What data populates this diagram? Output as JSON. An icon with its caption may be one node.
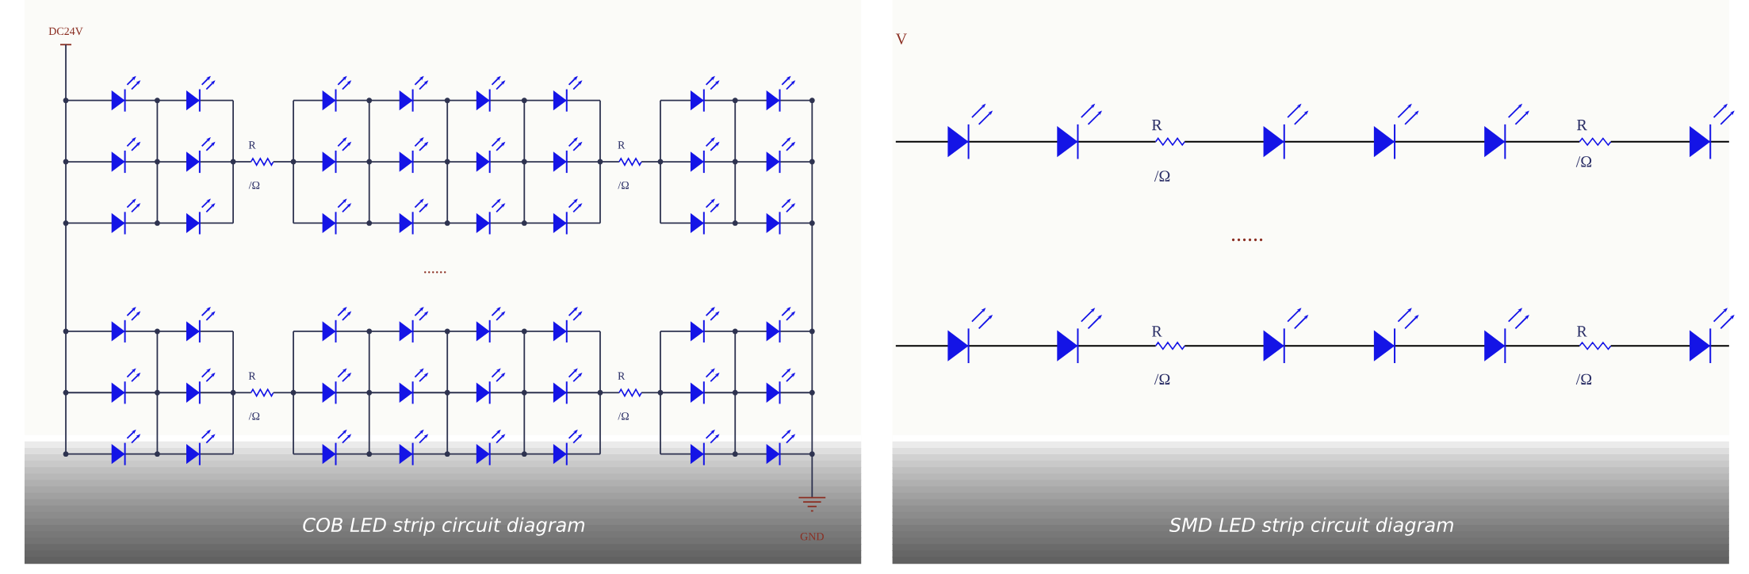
{
  "diagram": {
    "labels": [
      "DC24V",
      "R",
      "/Ω",
      "R",
      "/Ω",
      "......",
      "R",
      "/Ω",
      "R",
      "/Ω",
      "GND",
      "COB LED strip circuit diagram",
      "V",
      "R",
      "R",
      "/Ω",
      "/Ω",
      "......",
      "R",
      "R",
      "/Ω",
      "/Ω",
      "SMD LED strip circuit diagram"
    ]
  }
}
